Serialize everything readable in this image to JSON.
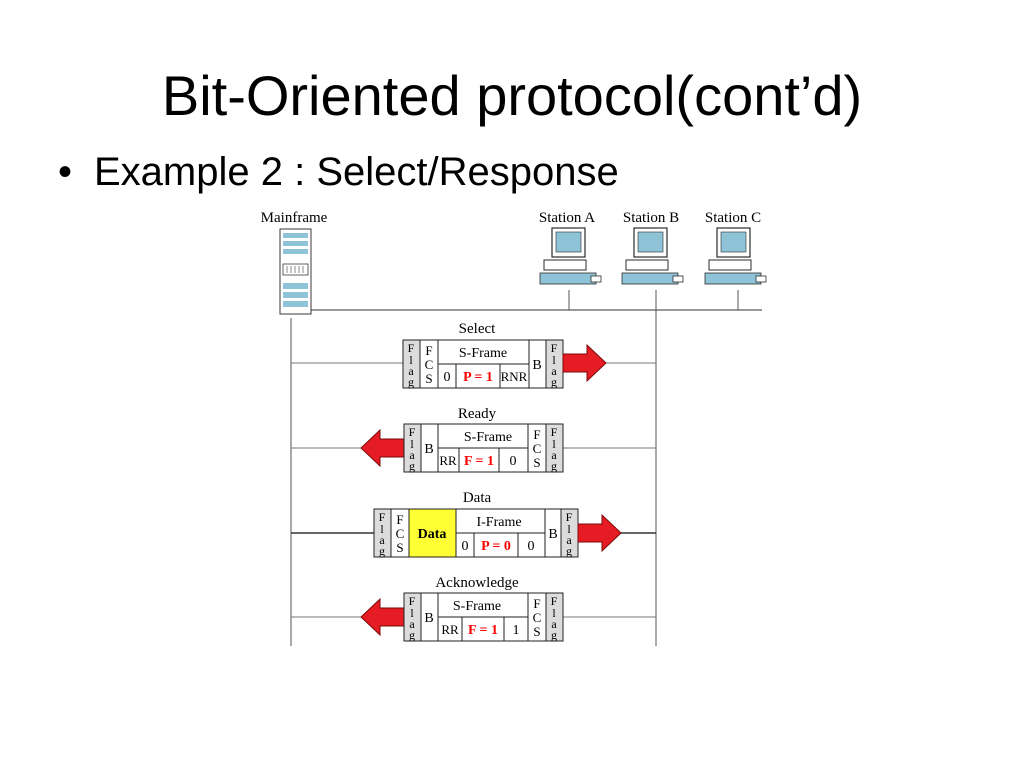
{
  "title": "Bit-Oriented protocol(cont’d)",
  "bullet": "Example 2 : Select/Response",
  "colors": {
    "arrow": "#e51c23",
    "highlight_text": "#ff0000",
    "data_fill": "#ffff33",
    "frame_fill": "#ffffff",
    "flag_fill": "#dcdcdc"
  },
  "nodes": {
    "mainframe": "Mainframe",
    "stations": [
      "Station A",
      "Station B",
      "Station C"
    ]
  },
  "frames": {
    "select": {
      "label": "Select",
      "flag": [
        "F",
        "l",
        "a",
        "g"
      ],
      "fcs": [
        "F",
        "C",
        "S"
      ],
      "type": "S-Frame",
      "fields": [
        "0",
        "P = 1",
        "RNR"
      ],
      "addr": "B"
    },
    "ready": {
      "label": "Ready",
      "flag": [
        "F",
        "l",
        "a",
        "g"
      ],
      "addr": "B",
      "type": "S-Frame",
      "fields": [
        "RR",
        "F = 1",
        "0"
      ],
      "fcs": [
        "F",
        "C",
        "S"
      ]
    },
    "data": {
      "label": "Data",
      "flag": [
        "F",
        "l",
        "a",
        "g"
      ],
      "fcs": [
        "F",
        "C",
        "S"
      ],
      "data": "Data",
      "type": "I-Frame",
      "fields": [
        "0",
        "P = 0",
        "0"
      ],
      "addr": "B"
    },
    "ack": {
      "label": "Acknowledge",
      "flag": [
        "F",
        "l",
        "a",
        "g"
      ],
      "addr": "B",
      "type": "S-Frame",
      "fields": [
        "RR",
        "F = 1",
        "1"
      ],
      "fcs": [
        "F",
        "C",
        "S"
      ]
    }
  }
}
